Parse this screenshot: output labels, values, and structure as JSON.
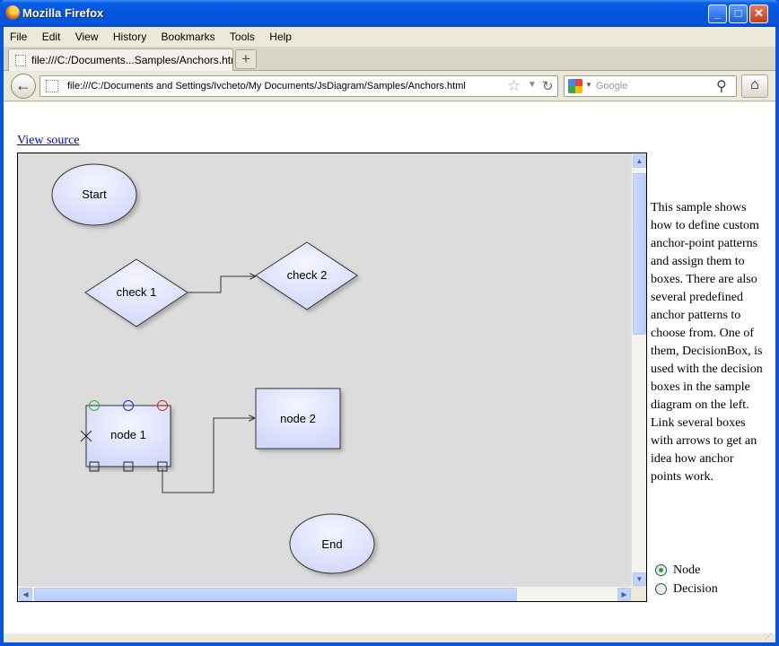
{
  "window": {
    "title": "Mozilla Firefox",
    "controls": {
      "minimize": "_",
      "maximize": "□",
      "close": "✕"
    }
  },
  "menu": [
    "File",
    "Edit",
    "View",
    "History",
    "Bookmarks",
    "Tools",
    "Help"
  ],
  "tab": {
    "label": "file:///C:/Documents...Samples/Anchors.html",
    "new_tab": "+"
  },
  "navbar": {
    "back": "←",
    "url": "file:///C:/Documents and Settings/Ivcheto/My Documents/JsDiagram/Samples/Anchors.html",
    "search_placeholder": "Google",
    "home": "⌂"
  },
  "page": {
    "view_source": "View source",
    "description": "This sample shows how to define custom anchor-point patterns and assign them to boxes. There are also several predefined anchor patterns to choose from. One of them, DecisionBox, is used with the decision boxes in the sample diagram on the left. Link several boxes with arrows to get an idea how anchor points work.",
    "radio_options": [
      {
        "label": "Node",
        "checked": true
      },
      {
        "label": "Decision",
        "checked": false
      }
    ]
  },
  "diagram": {
    "nodes": [
      {
        "id": "start",
        "shape": "ellipse",
        "label": "Start"
      },
      {
        "id": "check1",
        "shape": "diamond",
        "label": "check 1"
      },
      {
        "id": "check2",
        "shape": "diamond",
        "label": "check 2"
      },
      {
        "id": "node1",
        "shape": "rect",
        "label": "node 1",
        "selected": true
      },
      {
        "id": "node2",
        "shape": "rect",
        "label": "node 2"
      },
      {
        "id": "end",
        "shape": "ellipse",
        "label": "End"
      }
    ],
    "links": [
      {
        "from": "check1",
        "to": "check2"
      },
      {
        "from": "node1",
        "to": "node2"
      }
    ],
    "anchor_colors": {
      "in_green": "#22bb22",
      "in_blue": "#2222dd",
      "in_red": "#dd2222",
      "out": "#000000"
    },
    "node_fill": "#d8dcfa",
    "canvas_bg": "#dcdcdc"
  }
}
